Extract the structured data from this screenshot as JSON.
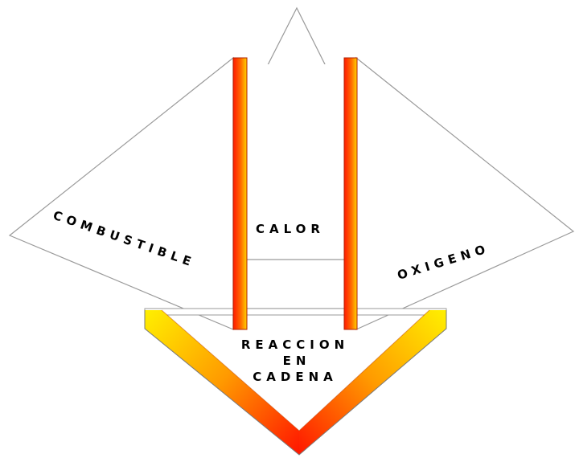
{
  "labels": {
    "combustible": "COMBUSTIBLE",
    "calor": "CALOR",
    "oxigeno": "OXIGENO",
    "reaccion_line1": "REACCION",
    "reaccion_line2": "EN",
    "reaccion_line3": "CADENA"
  },
  "colors": {
    "outline": "#999999",
    "fire_red": "#ff1a00",
    "fire_orange": "#ff8a00",
    "fire_yellow": "#ffe000",
    "text": "#000000"
  }
}
